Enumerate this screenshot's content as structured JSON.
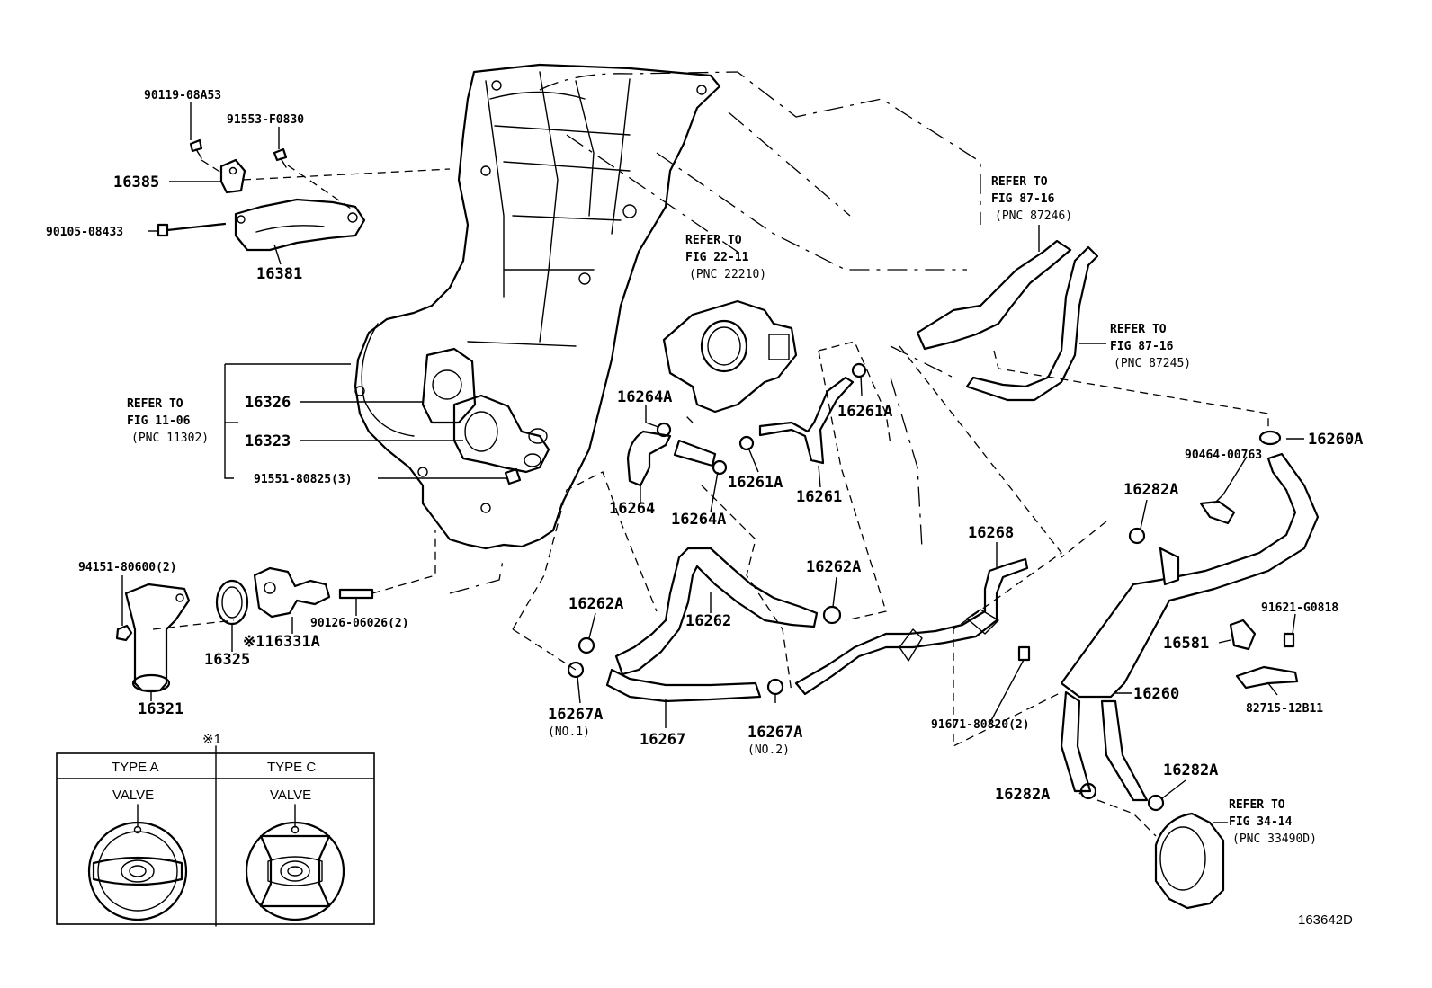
{
  "figure_code": "163642D",
  "callouts": {
    "p16385": "16385",
    "p16381": "16381",
    "p90119": "90119-08A53",
    "p91553": "91553-F0830",
    "p90105": "90105-08433",
    "p16326": "16326",
    "p16323": "16323",
    "p91551": "91551-80825(3)",
    "p94151": "94151-80600(2)",
    "p16321": "16321",
    "p16325": "16325",
    "p16331a": "※116331A",
    "p90126": "90126-06026(2)",
    "p16264a_1": "16264A",
    "p16264": "16264",
    "p16264a_2": "16264A",
    "p16261a_1": "16261A",
    "p16261a_2": "16261A",
    "p16261": "16261",
    "p16262a_1": "16262A",
    "p16262a_2": "16262A",
    "p16262": "16262",
    "p16267a_1": "16267A",
    "p16267a_1_note": "(NO.1)",
    "p16267": "16267",
    "p16267a_2": "16267A",
    "p16267a_2_note": "(NO.2)",
    "p16268": "16268",
    "p91671": "91671-80820(2)",
    "p16260a": "16260A",
    "p90464": "90464-00763",
    "p16282a_1": "16282A",
    "p16282a_2": "16282A",
    "p16282a_3": "16282A",
    "p91621": "91621-G0818",
    "p16581": "16581",
    "p82715": "82715-12B11",
    "p16260": "16260"
  },
  "references": {
    "fig_11_06": [
      "REFER TO",
      "FIG 11-06",
      "(PNC 11302)"
    ],
    "fig_22_11": [
      "REFER TO",
      "FIG 22-11",
      "(PNC 22210)"
    ],
    "fig_87_16_a": [
      "REFER TO",
      "FIG 87-16",
      "(PNC 87246)"
    ],
    "fig_87_16_b": [
      "REFER TO",
      "FIG 87-16",
      "(PNC 87245)"
    ],
    "fig_34_14": [
      "REFER TO",
      "FIG 34-14",
      "(PNC 33490D)"
    ]
  },
  "type_table": {
    "note_mark": "※1",
    "col_a_header": "TYPE A",
    "col_c_header": "TYPE C",
    "col_a_label": "VALVE",
    "col_c_label": "VALVE"
  }
}
